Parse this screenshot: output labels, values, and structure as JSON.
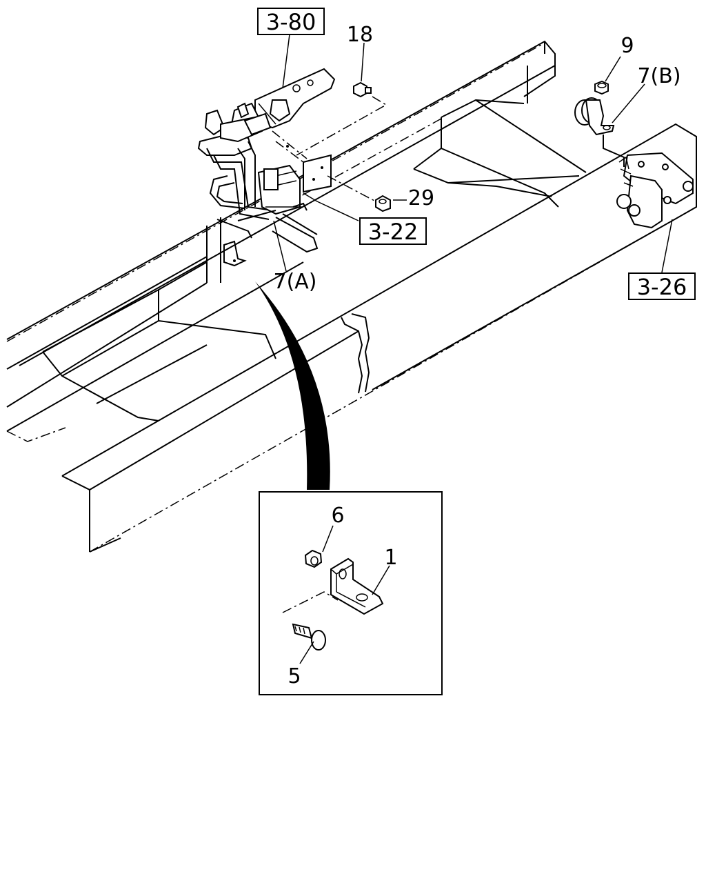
{
  "diagram": {
    "references": {
      "ref_3_80": "3-80",
      "ref_3_22": "3-22",
      "ref_3_26": "3-26"
    },
    "part_labels": {
      "p18": "18",
      "p9": "9",
      "p7b": "7(B)",
      "p29": "29",
      "p7a": "7(A)",
      "p6": "6",
      "p1": "1",
      "p5": "5"
    }
  }
}
